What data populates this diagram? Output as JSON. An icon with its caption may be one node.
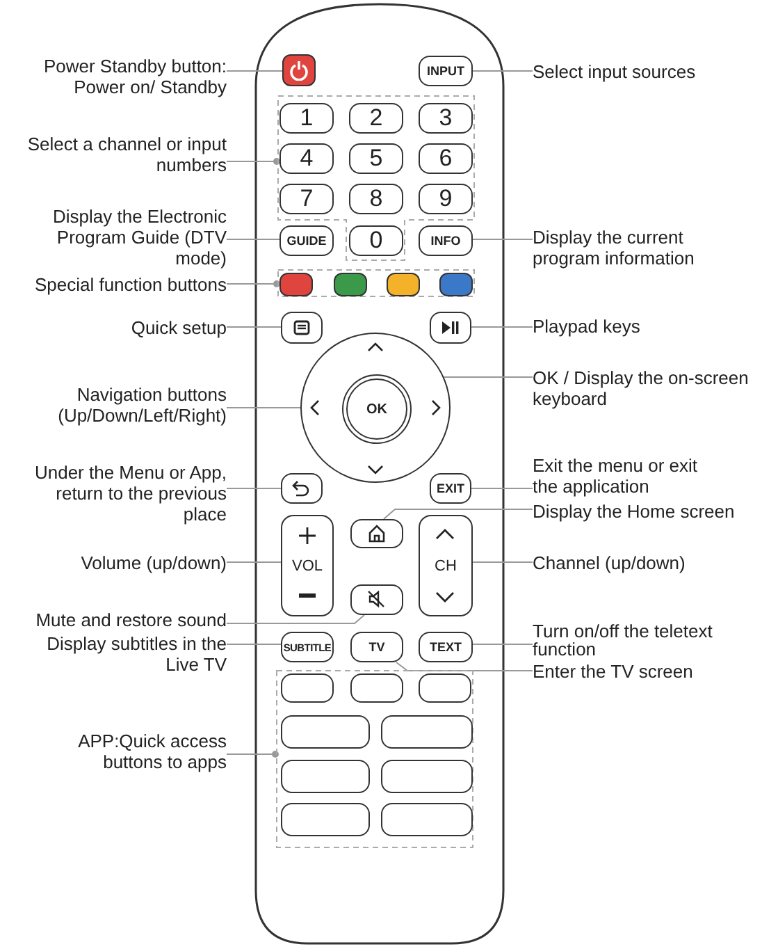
{
  "diagram": {
    "nodes": [
      {
        "text": [
          "Power Standby button: Power on/ Standby"
        ]
      },
      {
        "text": [],
        "shape": "box"
      },
      {
        "text": [
          "INPUT"
        ]
      },
      {
        "text": [
          "Select input sources"
        ]
      },
      {
        "text": [
          "Select a channel or input numbers"
        ]
      },
      {
        "text": [],
        "shape": "box"
      },
      {
        "text": [
          "1"
        ],
        "in": 5
      },
      {
        "text": [
          "2"
        ],
        "in": 5
      },
      {
        "text": [
          "3"
        ],
        "in": 5
      },
      {
        "text": [
          "4"
        ],
        "in": 5
      },
      {
        "text": [
          "5"
        ],
        "in": 5
      },
      {
        "text": [
          "6"
        ],
        "in": 5
      },
      {
        "text": [
          "7"
        ],
        "in": 5
      },
      {
        "text": [
          "8"
        ],
        "in": 5
      },
      {
        "text": [
          "9"
        ],
        "in": 5
      },
      {
        "text": [
          "Display the Electronic Program Guide (DTV mode)"
        ]
      },
      {
        "text": [
          "GUIDE"
        ]
      },
      {
        "text": [
          "0"
        ],
        "in": 5
      },
      {
        "text": [
          "INFO"
        ]
      },
      {
        "text": [
          "Display the current program information"
        ]
      },
      {
        "text": [
          "Special function buttons"
        ]
      },
      {
        "text": [],
        "shape": "box"
      },
      {
        "text": [],
        "shape": "box",
        "in": 21
      },
      {
        "text": [],
        "shape": "box",
        "in": 21
      },
      {
        "text": [],
        "shape": "box",
        "in": 21
      },
      {
        "text": [],
        "shape": "box",
        "in": 21
      },
      {
        "text": [
          "Quick setup"
        ]
      },
      {
        "text": [],
        "shape": "box"
      },
      {
        "text": [],
        "shape": "box"
      },
      {
        "text": [
          "Playpad keys"
        ]
      },
      {
        "text": [
          "Navigation buttons (Up/Down/Left/Right)"
        ]
      },
      {
        "text": [],
        "shape": "circle"
      },
      {
        "text": [
          "OK"
        ],
        "in": 31
      },
      {
        "text": [
          "OK / Display the on-screen keyboard"
        ]
      },
      {
        "text": [
          "Under the Menu or App, return to the previous place"
        ]
      },
      {
        "text": [],
        "shape": "box"
      },
      {
        "text": [
          "EXIT"
        ]
      },
      {
        "text": [
          "Exit the menu or exit the application"
        ]
      },
      {
        "text": [],
        "shape": "box"
      },
      {
        "text": [
          "Display the Home screen"
        ]
      },
      {
        "text": [
          "Volume (up/down)"
        ]
      },
      {
        "text": [
          "VOL"
        ]
      },
      {
        "text": [
          "CH"
        ]
      },
      {
        "text": [
          "Channel (up/down)"
        ]
      },
      {
        "text": [
          "Mute and restore sound"
        ]
      },
      {
        "text": [],
        "shape": "box"
      },
      {
        "text": [
          "Display subtitles in the Live TV"
        ]
      },
      {
        "text": [
          "SUBTITLE"
        ]
      },
      {
        "text": [
          "TV"
        ]
      },
      {
        "text": [
          "TEXT"
        ]
      },
      {
        "text": [
          "Turn on/off the teletext function"
        ]
      },
      {
        "text": [
          "Enter the TV screen"
        ]
      },
      {
        "text": [
          "APP:Quick access buttons to apps"
        ]
      },
      {
        "text": [],
        "shape": "box"
      },
      {
        "text": [],
        "shape": "box",
        "in": 53
      },
      {
        "text": [],
        "shape": "box",
        "in": 53
      },
      {
        "text": [],
        "shape": "box",
        "in": 53
      },
      {
        "text": [],
        "shape": "box",
        "in": 53
      },
      {
        "text": [],
        "shape": "box",
        "in": 53
      },
      {
        "text": [],
        "shape": "box",
        "in": 53
      },
      {
        "text": [],
        "shape": "box",
        "in": 53
      },
      {
        "text": [],
        "shape": "box",
        "in": 53
      },
      {
        "text": [],
        "shape": "box",
        "in": 53
      }
    ],
    "edges": [
      {
        "from": 0,
        "to": 1,
        "arrow": "none"
      },
      {
        "from": 3,
        "to": 2,
        "arrow": "none"
      },
      {
        "from": 4,
        "to": 5,
        "arrow": "other"
      },
      {
        "from": 15,
        "to": 16,
        "arrow": "none"
      },
      {
        "from": 19,
        "to": 18,
        "arrow": "none"
      },
      {
        "from": 20,
        "to": 21,
        "arrow": "other"
      },
      {
        "from": 26,
        "to": 27,
        "arrow": "none"
      },
      {
        "from": 29,
        "to": 28,
        "arrow": "none"
      },
      {
        "from": 30,
        "to": 31,
        "arrow": "none"
      },
      {
        "from": 33,
        "to": 32,
        "arrow": "none"
      },
      {
        "from": 34,
        "to": 35,
        "arrow": "none"
      },
      {
        "from": 37,
        "to": 36,
        "arrow": "none"
      },
      {
        "from": 39,
        "to": 38,
        "arrow": "none"
      },
      {
        "from": 40,
        "to": 41,
        "arrow": "none"
      },
      {
        "from": 43,
        "to": 42,
        "arrow": "none"
      },
      {
        "from": 44,
        "to": 45,
        "arrow": "none"
      },
      {
        "from": 46,
        "to": 47,
        "arrow": "none"
      },
      {
        "from": 50,
        "to": 49,
        "arrow": "none"
      },
      {
        "from": 51,
        "to": 48,
        "arrow": "none"
      },
      {
        "from": 52,
        "to": 53,
        "arrow": "other"
      }
    ]
  }
}
